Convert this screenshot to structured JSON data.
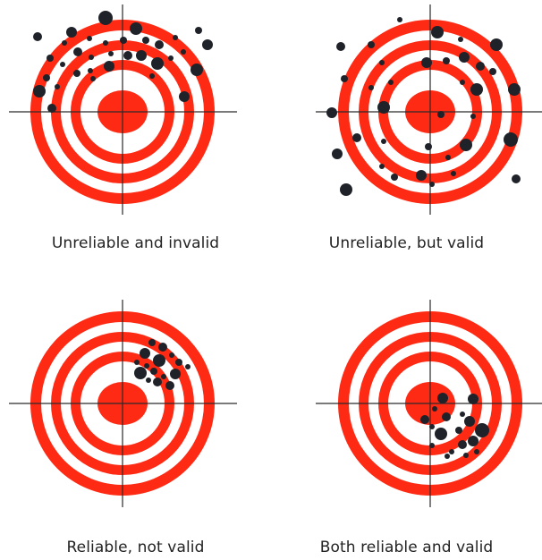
{
  "colors": {
    "ring": "#ff2a14",
    "background": "#ffffff",
    "hole": "#1f2229",
    "crosshair": "#2a2a2a",
    "text": "#222222"
  },
  "panels": [
    {
      "caption": "Unreliable and invalid"
    },
    {
      "caption": "Unreliable, but valid"
    },
    {
      "caption": "Reliable, not valid"
    },
    {
      "caption": "Both reliable and valid"
    }
  ]
}
